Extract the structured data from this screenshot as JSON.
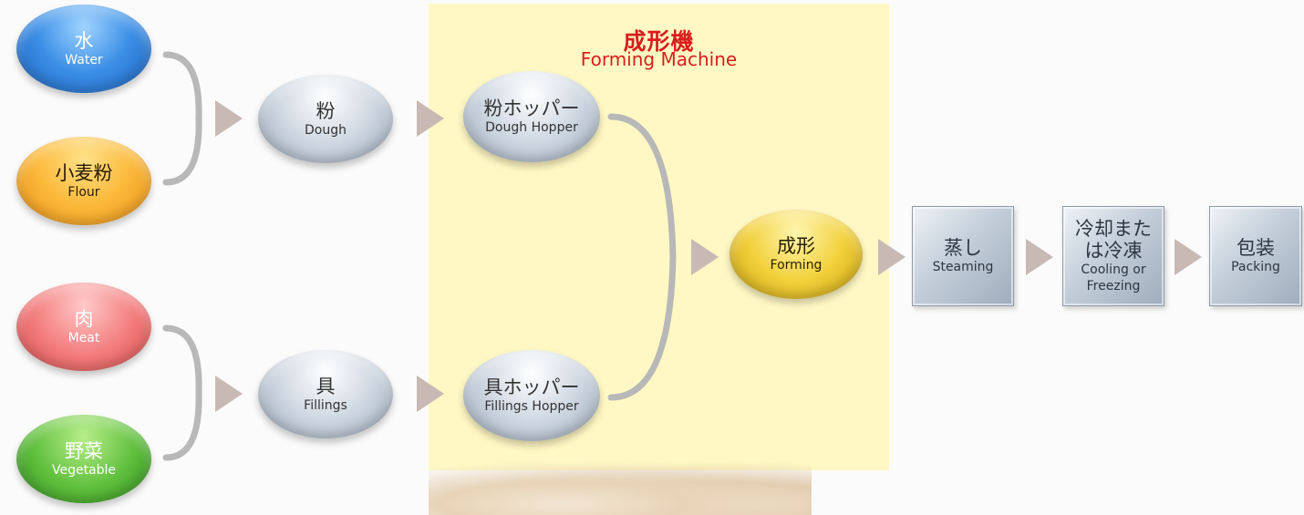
{
  "machine": {
    "title_jp": "成形機",
    "title_en": "Forming Machine"
  },
  "inputs": {
    "water": {
      "jp": "水",
      "en": "Water"
    },
    "flour": {
      "jp": "小麦粉",
      "en": "Flour"
    },
    "meat": {
      "jp": "肉",
      "en": "Meat"
    },
    "vegetable": {
      "jp": "野菜",
      "en": "Vegetable"
    }
  },
  "intermediate": {
    "dough": {
      "jp": "粉",
      "en": "Dough"
    },
    "fillings": {
      "jp": "具",
      "en": "Fillings"
    }
  },
  "hoppers": {
    "dough": {
      "jp": "粉ホッパー",
      "en": "Dough Hopper"
    },
    "fillings": {
      "jp": "具ホッパー",
      "en": "Fillings Hopper"
    }
  },
  "forming": {
    "jp": "成形",
    "en": "Forming"
  },
  "steps": [
    {
      "jp": "蒸し",
      "en": "Steaming"
    },
    {
      "jp": "冷却または冷凍",
      "en": "Cooling or Freezing"
    },
    {
      "jp": "包装",
      "en": "Packing"
    }
  ]
}
